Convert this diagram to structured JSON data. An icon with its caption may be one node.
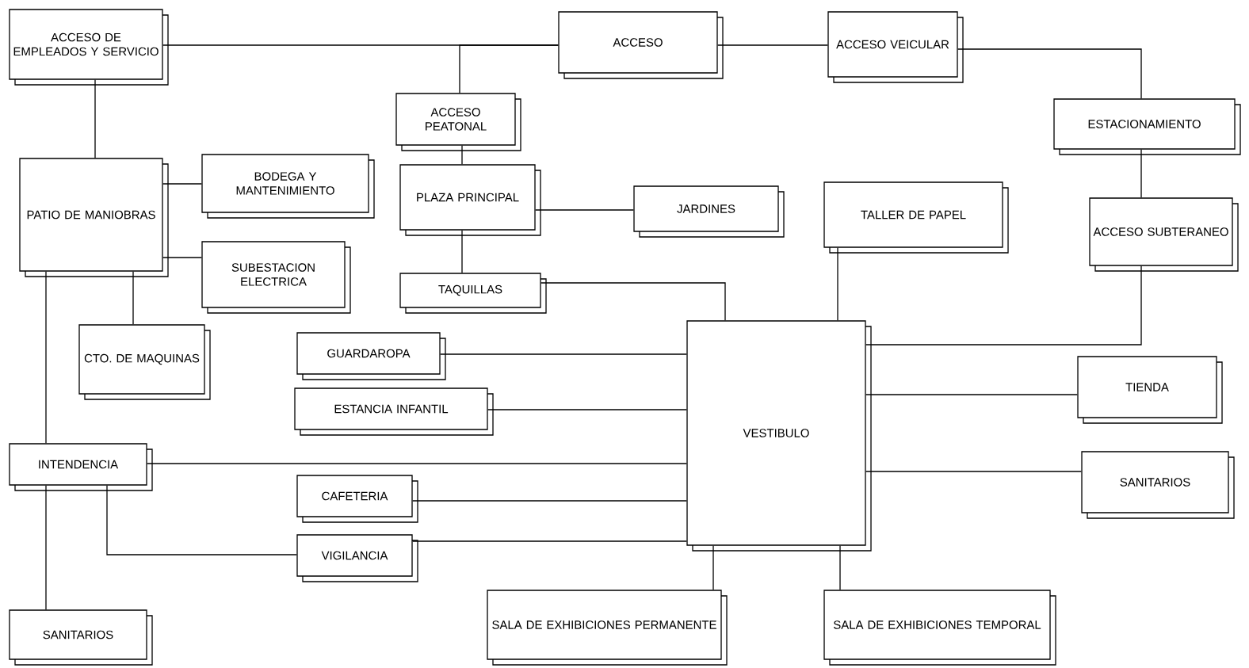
{
  "diagram": {
    "nodes": [
      {
        "text": [
          "ACCESO DE EMPLEADOS Y SERVICIO"
        ]
      },
      {
        "text": [
          "ACCESO"
        ]
      },
      {
        "text": [
          "ACCESO VEICULAR"
        ]
      },
      {
        "text": [
          "ACCESO PEATONAL"
        ]
      },
      {
        "text": [
          "ESTACIONAMIENTO"
        ]
      },
      {
        "text": [
          "PATIO DE MANIOBRAS"
        ]
      },
      {
        "text": [
          "BODEGA Y MANTENIMIENTO"
        ]
      },
      {
        "text": [
          "PLAZA PRINCIPAL"
        ]
      },
      {
        "text": [
          "JARDINES"
        ]
      },
      {
        "text": [
          "TALLER DE PAPEL"
        ]
      },
      {
        "text": [
          "ACCESO SUBTERANEO"
        ]
      },
      {
        "text": [
          "SUBESTACION ELECTRICA"
        ]
      },
      {
        "text": [
          "TAQUILLAS"
        ]
      },
      {
        "text": [
          "CTO. DE MAQUINAS"
        ]
      },
      {
        "text": [
          "GUARDAROPA"
        ]
      },
      {
        "text": [
          "VESTIBULO"
        ]
      },
      {
        "text": [
          "ESTANCIA INFANTIL"
        ]
      },
      {
        "text": [
          "TIENDA"
        ]
      },
      {
        "text": [
          "INTENDENCIA"
        ]
      },
      {
        "text": [
          "SANITARIOS"
        ]
      },
      {
        "text": [
          "CAFETERIA"
        ]
      },
      {
        "text": [
          "VIGILANCIA"
        ]
      },
      {
        "text": [
          "SALA DE EXHIBICIONES PERMANENTE"
        ]
      },
      {
        "text": [
          "SALA DE EXHIBICIONES TEMPORAL"
        ]
      },
      {
        "text": [
          "SANITARIOS"
        ]
      }
    ],
    "edges": [
      {
        "from": 0,
        "to": 1,
        "arrow": "none"
      },
      {
        "from": 1,
        "to": 2,
        "arrow": "none"
      },
      {
        "from": 1,
        "to": 3,
        "arrow": "none"
      },
      {
        "from": 2,
        "to": 4,
        "arrow": "none"
      },
      {
        "from": 0,
        "to": 5,
        "arrow": "none"
      },
      {
        "from": 3,
        "to": 7,
        "arrow": "none"
      },
      {
        "from": 7,
        "to": 8,
        "arrow": "none"
      },
      {
        "from": 5,
        "to": 6,
        "arrow": "none"
      },
      {
        "from": 5,
        "to": 11,
        "arrow": "none"
      },
      {
        "from": 5,
        "to": 13,
        "arrow": "none"
      },
      {
        "from": 5,
        "to": 18,
        "arrow": "none"
      },
      {
        "from": 7,
        "to": 12,
        "arrow": "none"
      },
      {
        "from": 12,
        "to": 15,
        "arrow": "none"
      },
      {
        "from": 9,
        "to": 15,
        "arrow": "none"
      },
      {
        "from": 4,
        "to": 10,
        "arrow": "none"
      },
      {
        "from": 10,
        "to": 15,
        "arrow": "none"
      },
      {
        "from": 14,
        "to": 15,
        "arrow": "none"
      },
      {
        "from": 16,
        "to": 15,
        "arrow": "none"
      },
      {
        "from": 18,
        "to": 15,
        "arrow": "none"
      },
      {
        "from": 20,
        "to": 15,
        "arrow": "none"
      },
      {
        "from": 21,
        "to": 15,
        "arrow": "none"
      },
      {
        "from": 18,
        "to": 21,
        "arrow": "none"
      },
      {
        "from": 18,
        "to": 24,
        "arrow": "none"
      },
      {
        "from": 15,
        "to": 17,
        "arrow": "none"
      },
      {
        "from": 15,
        "to": 19,
        "arrow": "none"
      },
      {
        "from": 15,
        "to": 22,
        "arrow": "none"
      },
      {
        "from": 15,
        "to": 23,
        "arrow": "none"
      }
    ]
  }
}
